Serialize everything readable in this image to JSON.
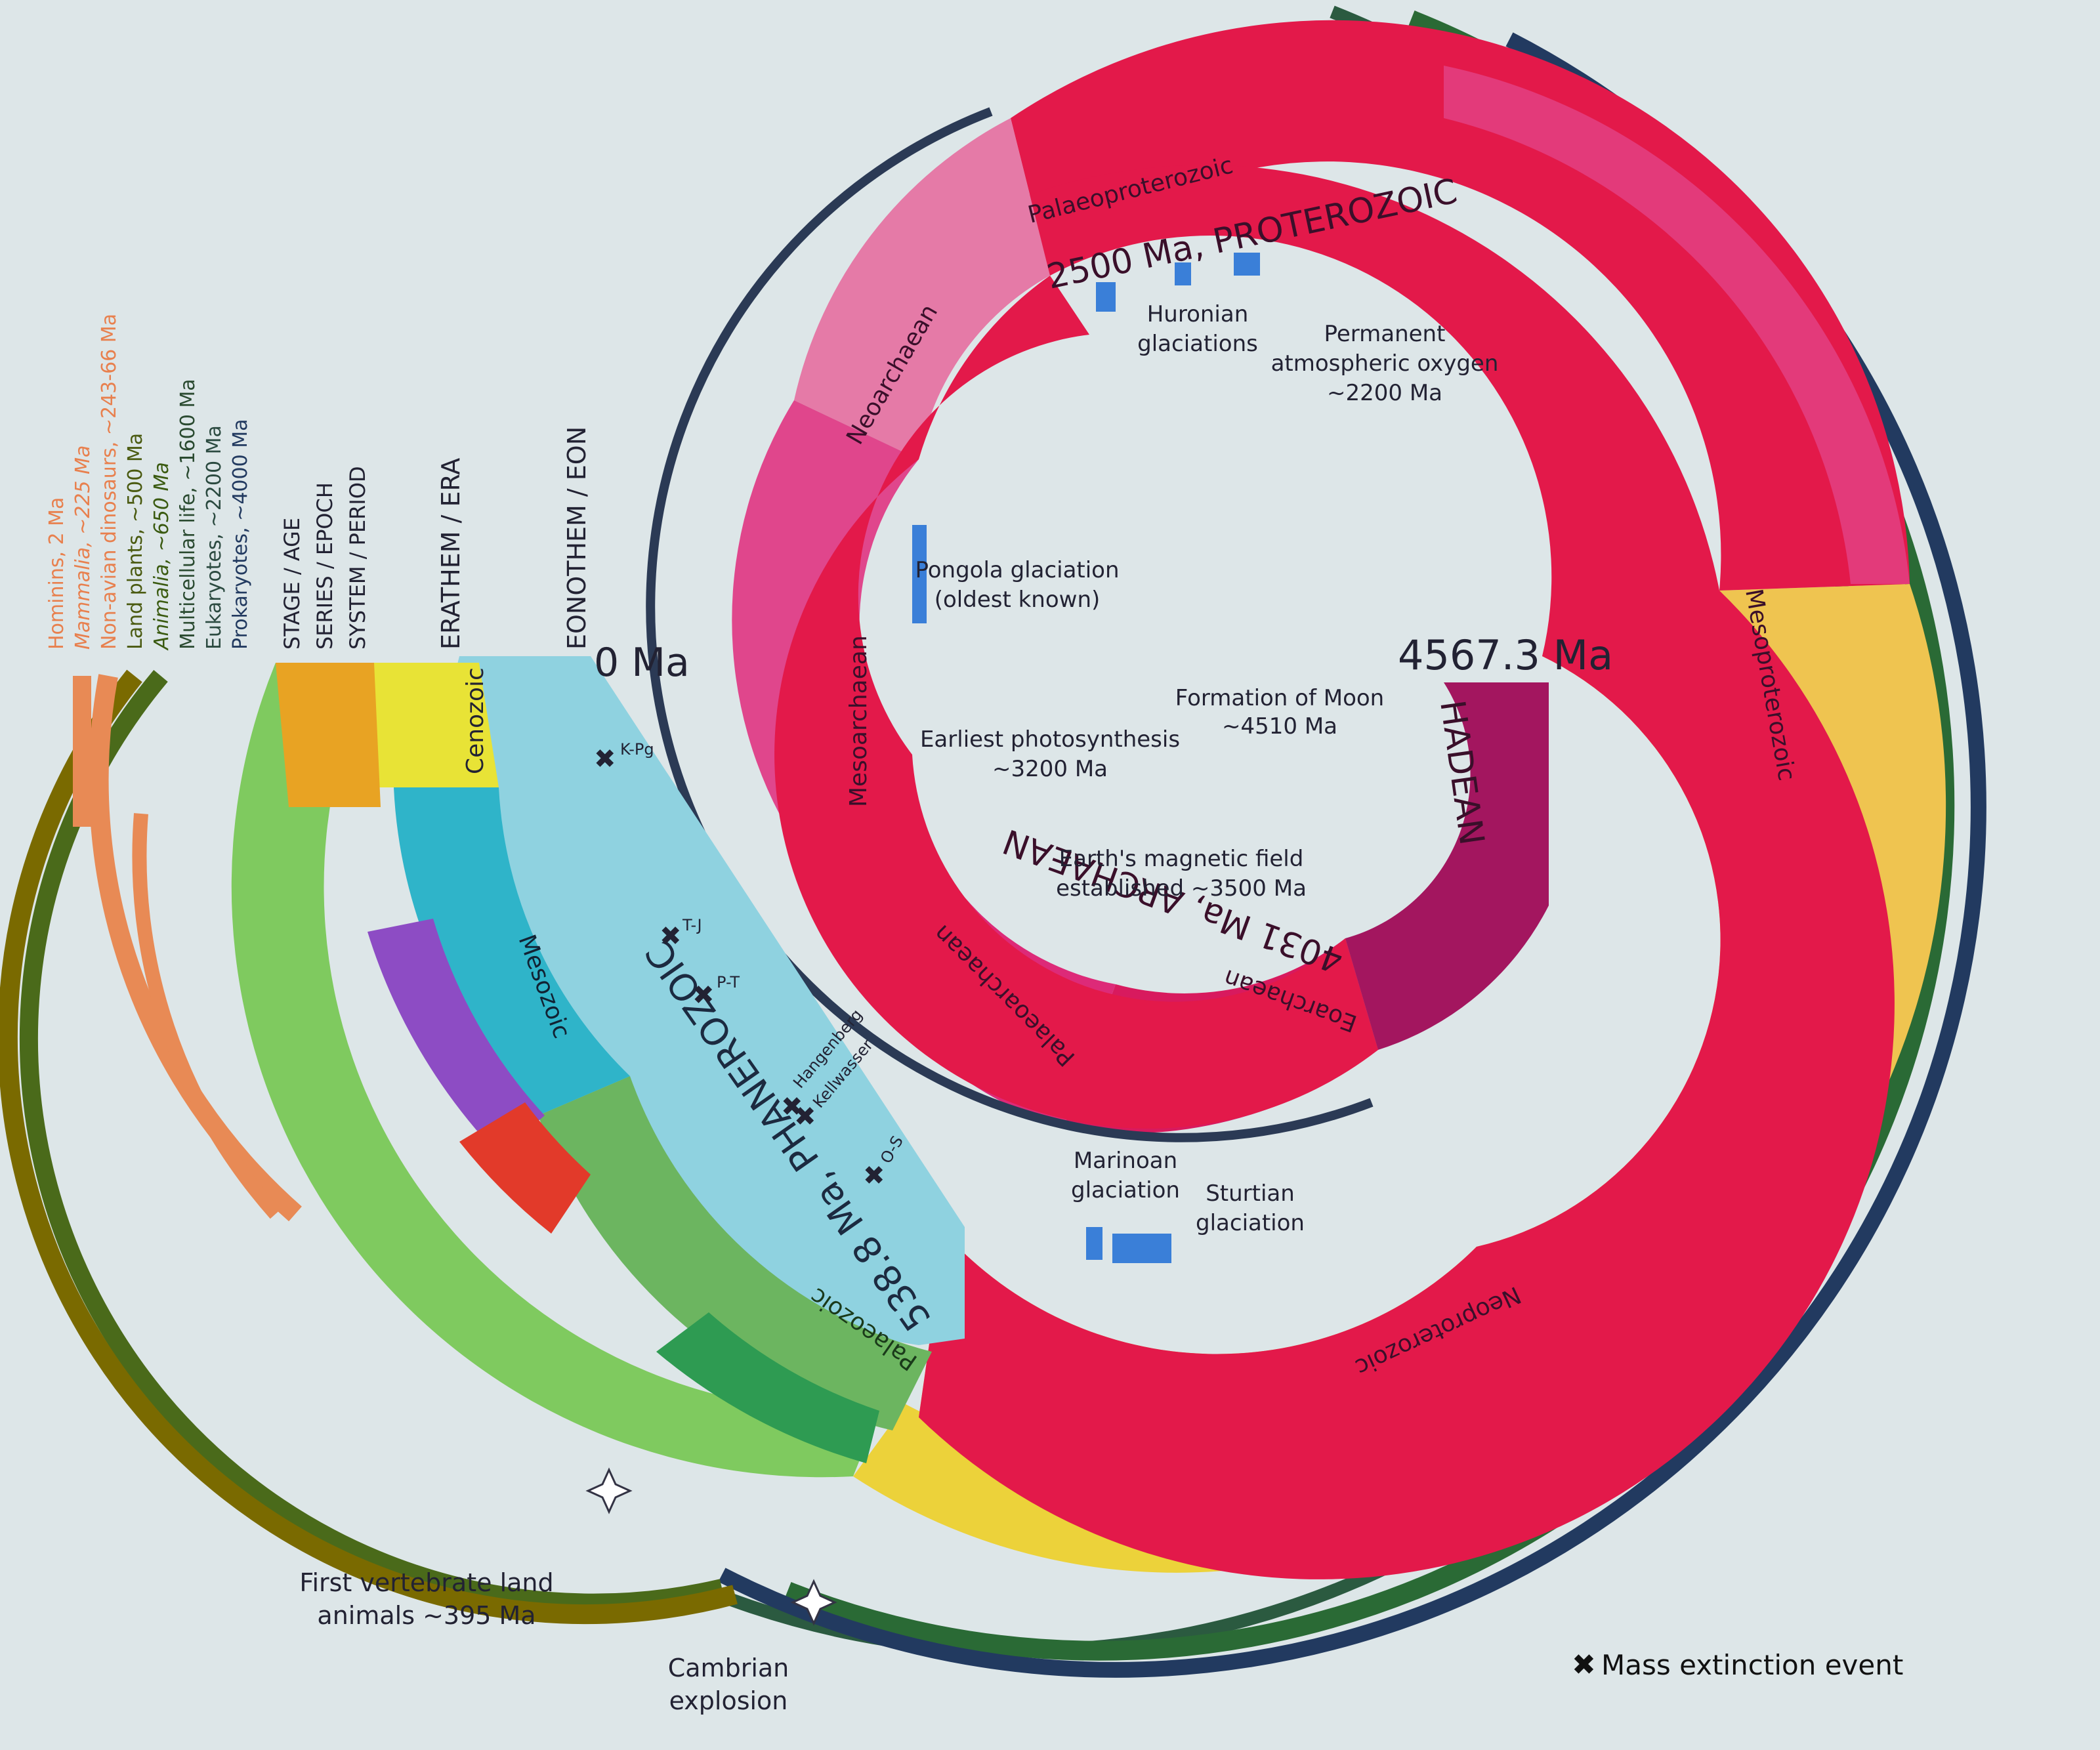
{
  "bands": {
    "eon": [
      {
        "label": "HADEAN",
        "color": "#a3165f",
        "label_color": "#3a0f2a",
        "angle": 82
      },
      {
        "label": "4031 Ma, ARCHAEAN",
        "color": "#d81a5e",
        "label_color": "#3a0f2a",
        "angle": 158
      },
      {
        "label": "2500 Ma, PROTEROZOIC",
        "color": "#e3194a",
        "label_color": "#3a0f2a",
        "angle": 4
      },
      {
        "label": "538.8 Ma, PHANEROZOIC",
        "color": "#8fd2e0",
        "label_color": "#1c2a40",
        "angle": 235
      }
    ],
    "era": [
      {
        "label": "Eoarchaean",
        "color": "#d81a5e"
      },
      {
        "label": "Palaeoarchaean",
        "color": "#dd2a78"
      },
      {
        "label": "Mesoarchaean",
        "color": "#e0468c"
      },
      {
        "label": "Neoarchaean",
        "color": "#e57aa7"
      },
      {
        "label": "Palaeoproterozoic",
        "color": "#e3194a"
      },
      {
        "label": "Mesoproterozoic",
        "color": "#e8a323"
      },
      {
        "label": "Neoproterozoic",
        "color": "#e8a323"
      },
      {
        "label": "Palaeozoic",
        "color": "#6cb560"
      },
      {
        "label": "Mesozoic",
        "color": "#2fb4c9"
      },
      {
        "label": "Cenozoic",
        "color": "#e8e336"
      }
    ]
  },
  "ages": {
    "now": "0 Ma",
    "earth": "4567.3 Ma"
  },
  "column_headers": {
    "eon": "EONOTHEM / EON",
    "era": "ERATHEM / ERA",
    "period": "SYSTEM / PERIOD",
    "epoch": "SERIES / EPOCH",
    "stage": "STAGE / AGE"
  },
  "life_legend": [
    {
      "text": "Hominins, 2 Ma",
      "color": "#e8804e"
    },
    {
      "text": "Mammalia, ~225 Ma",
      "color": "#e8804e"
    },
    {
      "text": "Non-avian dinosaurs, ~243-66 Ma",
      "color": "#e8804e"
    },
    {
      "text": "Land plants, ~500 Ma",
      "color": "#8a6a00"
    },
    {
      "text": "Animalia, ~650 Ma",
      "color": "#5a7a10"
    },
    {
      "text": "Multicellular life, ~1600 Ma",
      "color": "#3a6a3a"
    },
    {
      "text": "Eukaryotes, ~2200 Ma",
      "color": "#2b5a40"
    },
    {
      "text": "Prokaryotes, ~4000 Ma",
      "color": "#223a60"
    }
  ],
  "extinctions": [
    "K-Pg",
    "T-J",
    "P-T",
    "Hangenberg",
    "Kellwasser",
    "O-S"
  ],
  "annotations": {
    "moon": "Formation of Moon",
    "moon_age": "~4510 Ma",
    "photosynthesis": "Earliest photosynthesis",
    "photosynthesis_age": "~3200 Ma",
    "magnetic1": "Earth's magnetic field",
    "magnetic2": "established ~3500 Ma",
    "pongola1": "Pongola glaciation",
    "pongola2": "(oldest known)",
    "huronian1": "Huronian",
    "huronian2": "glaciations",
    "oxygen1": "Permanent",
    "oxygen2": "atmospheric oxygen",
    "oxygen3": "~2200 Ma",
    "marinoan1": "Marinoan",
    "marinoan2": "glaciation",
    "sturtian1": "Sturtian",
    "sturtian2": "glaciation",
    "vertebrate1": "First vertebrate land",
    "vertebrate2": "animals ~395 Ma",
    "cambrian1": "Cambrian",
    "cambrian2": "explosion"
  },
  "legend": {
    "mass_extinction": "Mass extinction event"
  }
}
